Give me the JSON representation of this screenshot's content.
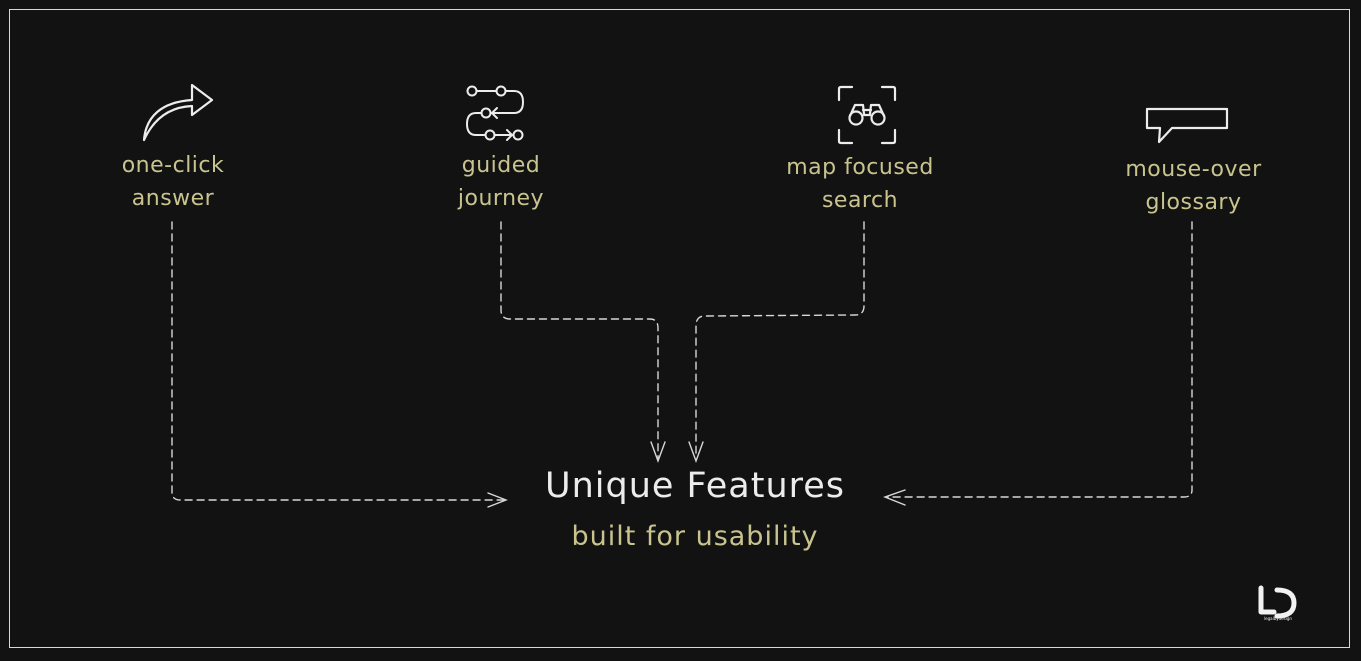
{
  "diagram": {
    "title": "Unique Features",
    "subtitle": "built for usability"
  },
  "features": [
    {
      "label": "one-click\nanswer",
      "icon": "share-arrow-icon"
    },
    {
      "label": "guided\njourney",
      "icon": "route-icon"
    },
    {
      "label": "map focused\nsearch",
      "icon": "binoculars-scan-icon"
    },
    {
      "label": "mouse-over\nglossary",
      "icon": "speech-bubble-icon"
    }
  ],
  "logo": {
    "text": "legalbydesign"
  },
  "colors": {
    "background": "#121212",
    "accent": "#c9c48e",
    "text": "#ececec",
    "line": "#d8d8d8"
  }
}
